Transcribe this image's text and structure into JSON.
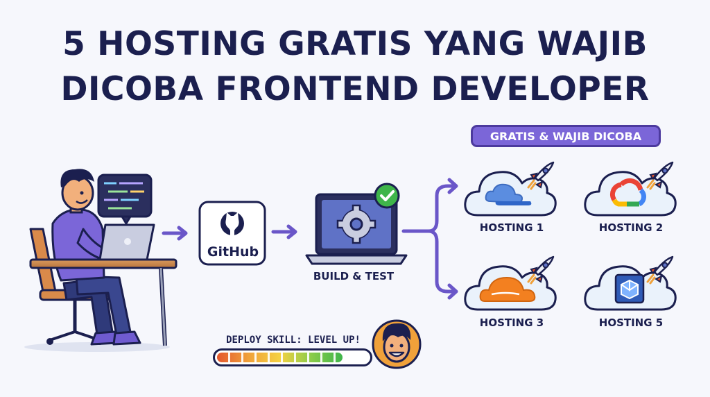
{
  "title": {
    "line1": "5 HOSTING GRATIS YANG WAJIB",
    "line2": "DICOBA FRONTEND DEVELOPER"
  },
  "badge": "GRATIS & WAJIB DICOBA",
  "github_label": "GitHub",
  "build_label": "BUILD & TEST",
  "hostings": [
    {
      "label": "HOSTING 1",
      "icon": "blue-cloud-icon"
    },
    {
      "label": "HOSTING 2",
      "icon": "google-cloud-icon"
    },
    {
      "label": "HOSTING 3",
      "icon": "orange-cloud-icon"
    },
    {
      "label": "HOSTING 5",
      "icon": "blue-cube-icon"
    }
  ],
  "progress": {
    "label": "DEPLOY SKILL: LEVEL UP!",
    "fraction": 0.83
  },
  "colors": {
    "title": "#1b1f4f",
    "accent": "#7b66d8",
    "arrow": "#6a56c8"
  }
}
